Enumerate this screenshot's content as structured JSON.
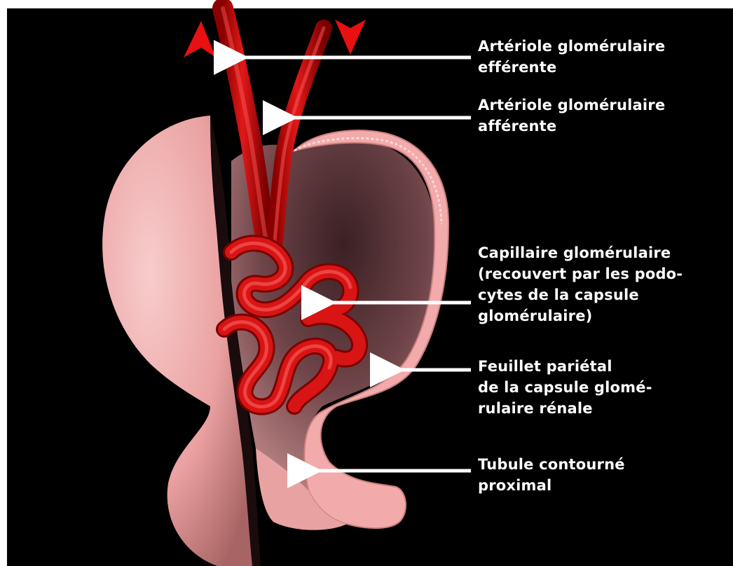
{
  "labels": {
    "efferent": "Artériole glomérulaire\nefférente",
    "afferent": "Artériole glomérulaire\nafférente",
    "capillary": "Capillaire glomérulaire\n(recouvert par les podo-\ncytes de la capsule\nglomérulaire)",
    "parietal": "Feuillet pariétal\nde la capsule glomé-\nrulaire rénale",
    "tubule": "Tubule contourné\nproximal"
  },
  "colors": {
    "background": "#000000",
    "capsule": "#f2b0b0",
    "capsule_shadow": "#9a5a5a",
    "vessel": "#d41010",
    "vessel_dark": "#7a0000",
    "arrow": "#ffffff",
    "flow_arrow": "#e81010"
  }
}
